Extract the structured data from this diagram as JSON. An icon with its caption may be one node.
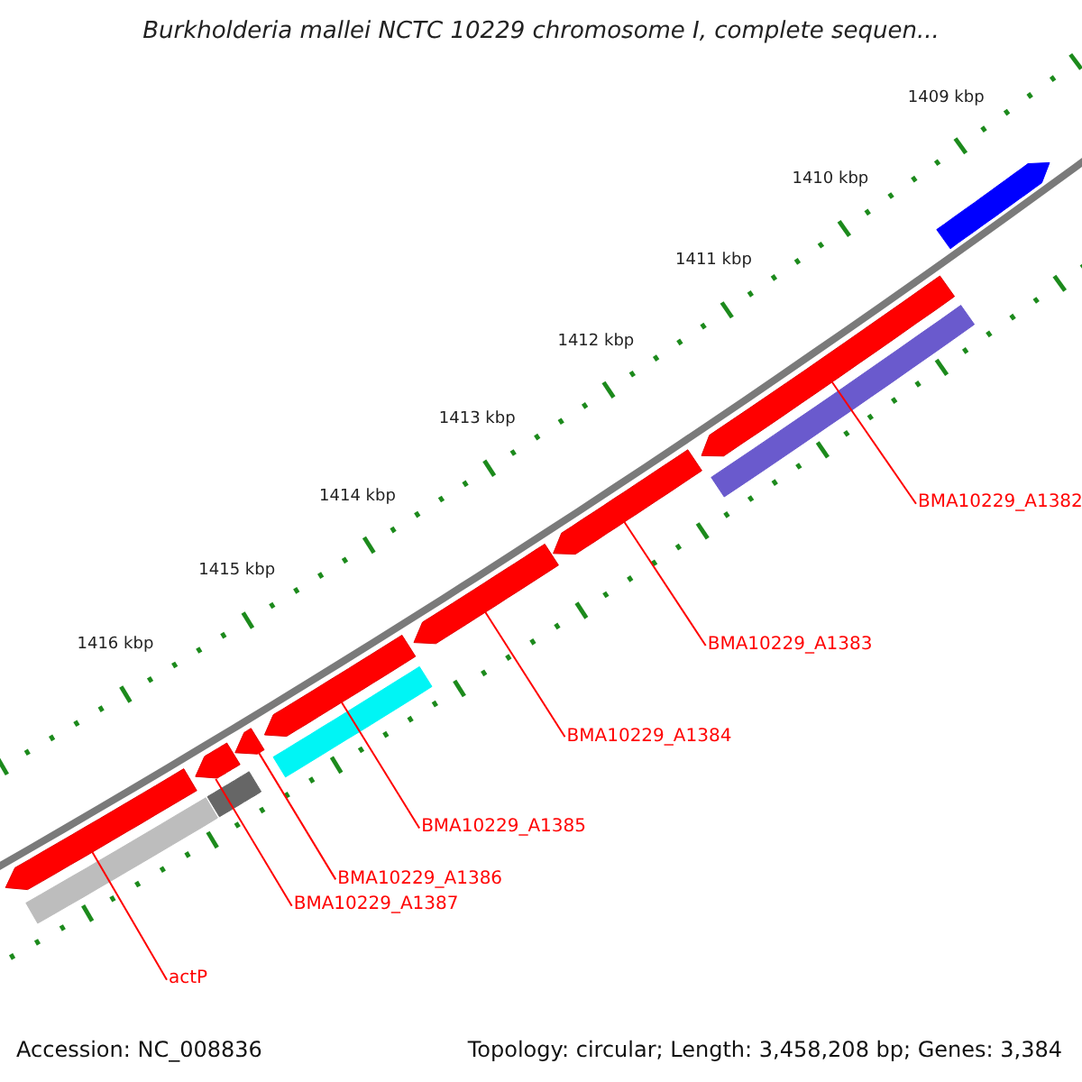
{
  "diagram": {
    "title": "Burkholderia mallei NCTC 10229 chromosome I, complete sequen...",
    "nodes": [
      {
        "text": [
          "BMA10229_A1382"
        ]
      },
      {
        "text": [
          "BMA10229_A1383"
        ]
      },
      {
        "text": [
          "BMA10229_A1384"
        ]
      },
      {
        "text": [
          "BMA10229_A1385"
        ]
      },
      {
        "text": [
          "BMA10229_A1386"
        ]
      },
      {
        "text": [
          "BMA10229_A1387"
        ]
      },
      {
        "text": [
          "actP"
        ]
      },
      {
        "text": [],
        "shape": "bar"
      },
      {
        "text": [],
        "shape": "bar"
      },
      {
        "text": [],
        "shape": "bar"
      },
      {
        "text": [],
        "shape": "bar"
      },
      {
        "text": [],
        "shape": "bar"
      },
      {
        "text": [],
        "shape": "bar"
      },
      {
        "text": [],
        "shape": "bar"
      },
      {
        "text": [],
        "shape": "bar"
      },
      {
        "text": [],
        "shape": "bar"
      },
      {
        "text": [],
        "shape": "bar"
      },
      {
        "text": [],
        "shape": "bar"
      },
      {
        "text": [],
        "shape": "bar"
      }
    ],
    "edges": [
      {
        "from": 0,
        "to": 7,
        "arrow": "none"
      },
      {
        "from": 1,
        "to": 8,
        "arrow": "none"
      },
      {
        "from": 2,
        "to": 9,
        "arrow": "none"
      },
      {
        "from": 3,
        "to": 10,
        "arrow": "none"
      },
      {
        "from": 4,
        "to": 11,
        "arrow": "none"
      },
      {
        "from": 5,
        "to": 12,
        "arrow": "none"
      },
      {
        "from": 6,
        "to": 13,
        "arrow": "none"
      }
    ],
    "labels": [
      "1409 kbp",
      "1410 kbp",
      "1411 kbp",
      "1412 kbp",
      "1413 kbp",
      "1414 kbp",
      "1415 kbp",
      "1416 kbp",
      "Accession: NC_008836",
      "Topology: circular; Length: 3,458,208 bp; Genes: 3,384"
    ]
  }
}
